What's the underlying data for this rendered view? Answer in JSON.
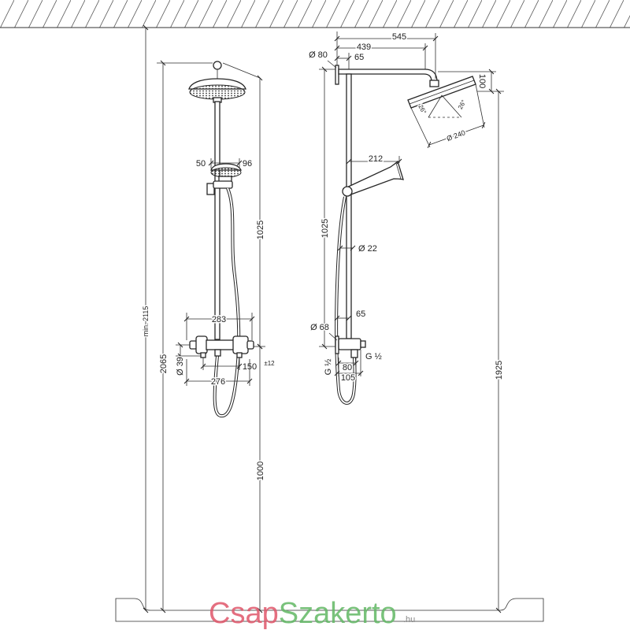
{
  "front_view": {
    "dim_min_height": "min. 2115",
    "dim_height": "2065",
    "dim_upper": "1025",
    "dim_lower": "1000",
    "dim_hand_left": "50",
    "dim_hand_right": "96",
    "dim_valve_width": "283",
    "dim_outlet_dia": "Ø 39",
    "dim_centers": "150",
    "dim_tolerance": "±12",
    "dim_mount_width": "276"
  },
  "side_view": {
    "dim_arm_total": "545",
    "dim_arm_reach": "439",
    "dim_wall_plate": "Ø 80",
    "dim_wall_offset": "65",
    "dim_head_drop": "100",
    "dim_tilt_left": "26°",
    "dim_tilt_right": "26°",
    "dim_head_dia": "Ø 240",
    "dim_rod_length": "1025",
    "dim_hand_reach": "212",
    "dim_rod_dia": "Ø 22",
    "dim_rod_offset": "65",
    "dim_rosette_dia": "Ø 68",
    "connection_right": "G ½",
    "connection_left": "G ½",
    "dim_inner": "80",
    "dim_outer": "105",
    "dim_head_height": "1925"
  },
  "watermark": {
    "part1": "Csap",
    "part2": "Szakerto",
    "tld": ".hu"
  },
  "colors": {
    "line": "#2e2e2e",
    "watermark_csap": "#e0566b",
    "watermark_szakerto": "#62b865",
    "watermark_tld": "#8a8a8a"
  }
}
